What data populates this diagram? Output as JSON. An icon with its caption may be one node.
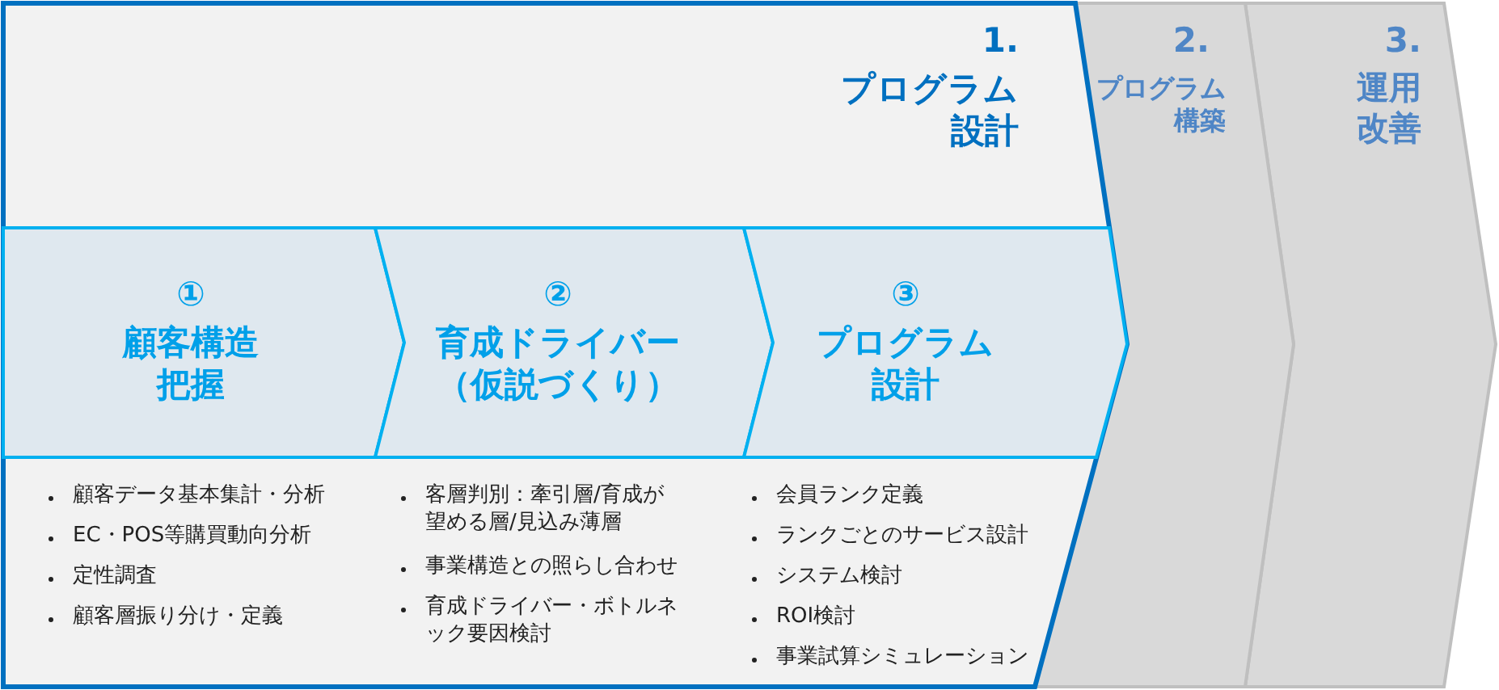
{
  "diagram": {
    "nodes": [
      {
        "text": [
          "1.",
          "プログラム設計"
        ]
      },
      {
        "text": [
          "2.",
          "プログラム構築"
        ]
      },
      {
        "text": [
          "3.",
          "運用改善"
        ]
      },
      {
        "text": [
          "①",
          "顧客構造把握"
        ],
        "in": 0
      },
      {
        "text": [
          "②",
          "育成ドライバー（仮説づくり）"
        ],
        "in": 0
      },
      {
        "text": [
          "③",
          "プログラム設計"
        ],
        "in": 0
      }
    ],
    "labels": [
      "顧客データ基本集計・分析",
      "EC・POS等購買動向分析",
      "定性調査",
      "顧客層振り分け・定義",
      "客層判別：牽引層/育成が望める層/見込み薄層",
      "事業構造との照らし合わせ",
      "育成ドライバー・ボトルネック要因検討",
      "会員ランク定義",
      "ランクごとのサービス設計",
      "システム検討",
      "ROI検討",
      "事業試算シミュレーション"
    ]
  }
}
